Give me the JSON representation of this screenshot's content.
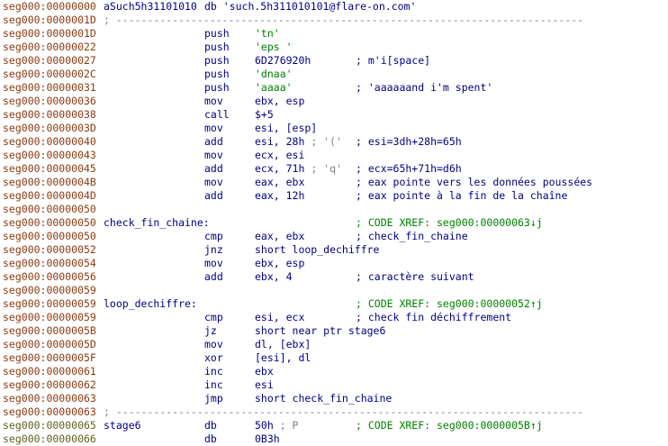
{
  "lines": [
    {
      "addr": "seg000:00000000",
      "label": "aSuch5h31101010",
      "mnem": "",
      "ops": "db 'such.5h311010101@flare-on.com'",
      "comment": "",
      "kind": "dbstr"
    },
    {
      "addr": "seg000:0000001D",
      "label": "",
      "mnem": "",
      "ops": "",
      "comment": "",
      "kind": "sep",
      "sep_text": "; ---------------------------------------------------------------------------"
    },
    {
      "addr": "seg000:0000001D",
      "label": "",
      "mnem": "push",
      "ops": "'tn'",
      "comment": "",
      "kind": "code"
    },
    {
      "addr": "seg000:00000022",
      "label": "",
      "mnem": "push",
      "ops": "'eps '",
      "comment": "",
      "kind": "code"
    },
    {
      "addr": "seg000:00000027",
      "label": "",
      "mnem": "push",
      "ops": "6D276920h",
      "comment": "; m'i[space]",
      "kind": "code"
    },
    {
      "addr": "seg000:0000002C",
      "label": "",
      "mnem": "push",
      "ops": "'dnaa'",
      "comment": "",
      "kind": "code"
    },
    {
      "addr": "seg000:00000031",
      "label": "",
      "mnem": "push",
      "ops": "'aaaa'",
      "comment": "; 'aaaaaand i'm spent'",
      "kind": "code"
    },
    {
      "addr": "seg000:00000036",
      "label": "",
      "mnem": "mov",
      "ops": "ebx, esp",
      "comment": "",
      "kind": "code"
    },
    {
      "addr": "seg000:00000038",
      "label": "",
      "mnem": "call",
      "ops": "$+5",
      "comment": "",
      "kind": "code"
    },
    {
      "addr": "seg000:0000003D",
      "label": "",
      "mnem": "mov",
      "ops": "esi, [esp]",
      "comment": "",
      "kind": "code"
    },
    {
      "addr": "seg000:00000040",
      "label": "",
      "mnem": "add",
      "ops": "esi, 28h",
      "inline": " ; '('",
      "comment": "; esi=3dh+28h=65h",
      "kind": "code"
    },
    {
      "addr": "seg000:00000043",
      "label": "",
      "mnem": "mov",
      "ops": "ecx, esi",
      "comment": "",
      "kind": "code"
    },
    {
      "addr": "seg000:00000045",
      "label": "",
      "mnem": "add",
      "ops": "ecx, 71h",
      "inline": " ; 'q'",
      "comment": "; ecx=65h+71h=d6h",
      "kind": "code"
    },
    {
      "addr": "seg000:0000004B",
      "label": "",
      "mnem": "mov",
      "ops": "eax, ebx",
      "comment": "; eax pointe vers les données poussées",
      "kind": "code"
    },
    {
      "addr": "seg000:0000004D",
      "label": "",
      "mnem": "add",
      "ops": "eax, 12h",
      "comment": "; eax pointe à la fin de la chaîne",
      "kind": "code"
    },
    {
      "addr": "seg000:00000050",
      "label": "",
      "mnem": "",
      "ops": "",
      "comment": "",
      "kind": "blank"
    },
    {
      "addr": "seg000:00000050",
      "label": "check_fin_chaine:",
      "mnem": "",
      "ops": "",
      "comment": "",
      "xref": "; CODE XREF: seg000:00000063↓j",
      "kind": "labelxref"
    },
    {
      "addr": "seg000:00000050",
      "label": "",
      "mnem": "cmp",
      "ops": "eax, ebx",
      "comment": "; check_fin_chaine",
      "kind": "code"
    },
    {
      "addr": "seg000:00000052",
      "label": "",
      "mnem": "jnz",
      "ops": "short loop_dechiffre",
      "comment": "",
      "kind": "code"
    },
    {
      "addr": "seg000:00000054",
      "label": "",
      "mnem": "mov",
      "ops": "ebx, esp",
      "comment": "",
      "kind": "code"
    },
    {
      "addr": "seg000:00000056",
      "label": "",
      "mnem": "add",
      "ops": "ebx, 4",
      "comment": "; caractère suivant",
      "kind": "code"
    },
    {
      "addr": "seg000:00000059",
      "label": "",
      "mnem": "",
      "ops": "",
      "comment": "",
      "kind": "blank"
    },
    {
      "addr": "seg000:00000059",
      "label": "loop_dechiffre:",
      "mnem": "",
      "ops": "",
      "comment": "",
      "xref": "; CODE XREF: seg000:00000052↑j",
      "kind": "labelxref"
    },
    {
      "addr": "seg000:00000059",
      "label": "",
      "mnem": "cmp",
      "ops": "esi, ecx",
      "comment": "; check fin déchiffrement",
      "kind": "code"
    },
    {
      "addr": "seg000:0000005B",
      "label": "",
      "mnem": "jz",
      "ops": "short near ptr stage6",
      "comment": "",
      "kind": "code"
    },
    {
      "addr": "seg000:0000005D",
      "label": "",
      "mnem": "mov",
      "ops": "dl, [ebx]",
      "comment": "",
      "kind": "code"
    },
    {
      "addr": "seg000:0000005F",
      "label": "",
      "mnem": "xor",
      "ops": "[esi], dl",
      "comment": "",
      "kind": "code"
    },
    {
      "addr": "seg000:00000061",
      "label": "",
      "mnem": "inc",
      "ops": "ebx",
      "comment": "",
      "kind": "code"
    },
    {
      "addr": "seg000:00000062",
      "label": "",
      "mnem": "inc",
      "ops": "esi",
      "comment": "",
      "kind": "code"
    },
    {
      "addr": "seg000:00000063",
      "label": "",
      "mnem": "jmp",
      "ops": "short check_fin_chaine",
      "comment": "",
      "kind": "code"
    },
    {
      "addr": "seg000:00000063",
      "label": "",
      "mnem": "",
      "ops": "",
      "comment": "",
      "kind": "sep",
      "sep_text": "; ---------------------------------------------------------------------------"
    },
    {
      "addr": "seg000:00000065",
      "label": "stage6",
      "mnem": "db",
      "ops": "50h",
      "inline": " ; P",
      "comment": "",
      "xref": "; CODE XREF: seg000:0000005B↑j",
      "kind": "stage"
    },
    {
      "addr": "seg000:00000066",
      "label": "",
      "mnem": "db",
      "ops": "0B3h",
      "comment": "",
      "kind": "code"
    }
  ]
}
